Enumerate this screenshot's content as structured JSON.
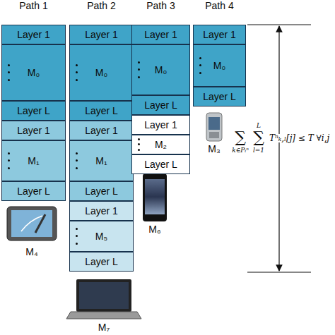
{
  "diagram": {
    "nodes": [
      {
        "text": [
          "Layer 1"
        ]
      },
      {
        "text": [
          "M₀"
        ]
      },
      {
        "text": [
          "Layer L"
        ]
      },
      {
        "text": [
          "Layer 1"
        ]
      },
      {
        "text": [
          "M₁"
        ]
      },
      {
        "text": [
          "Layer L"
        ]
      },
      {
        "text": [
          "Layer 1"
        ]
      },
      {
        "text": [
          "M₀"
        ]
      },
      {
        "text": [
          "Layer L"
        ]
      },
      {
        "text": [
          "Layer 1"
        ]
      },
      {
        "text": [
          "M₁"
        ]
      },
      {
        "text": [
          "Layer L"
        ]
      },
      {
        "text": [
          "Layer 1"
        ]
      },
      {
        "text": [
          "M₅"
        ]
      },
      {
        "text": [
          "Layer L"
        ]
      },
      {
        "text": [
          "Layer 1"
        ]
      },
      {
        "text": [
          "M₀"
        ]
      },
      {
        "text": [
          "Layer L"
        ]
      },
      {
        "text": [
          "Layer 1"
        ]
      },
      {
        "text": [
          "M₂"
        ]
      },
      {
        "text": [
          "Layer L"
        ]
      },
      {
        "text": [
          "Layer 1"
        ]
      },
      {
        "text": [
          "M₀"
        ]
      },
      {
        "text": [
          "Layer L"
        ]
      }
    ],
    "labels": [
      "Path 1",
      "Path 2",
      "Path 3",
      "Path 4",
      "M₄",
      "M₇",
      "M₆",
      "M₃",
      "∑",
      "k∈Pᵢⁿ",
      "∑",
      "L",
      "l=1",
      "Tⁿₖ,ₗ[j] ≤ T ∀i,j"
    ]
  }
}
